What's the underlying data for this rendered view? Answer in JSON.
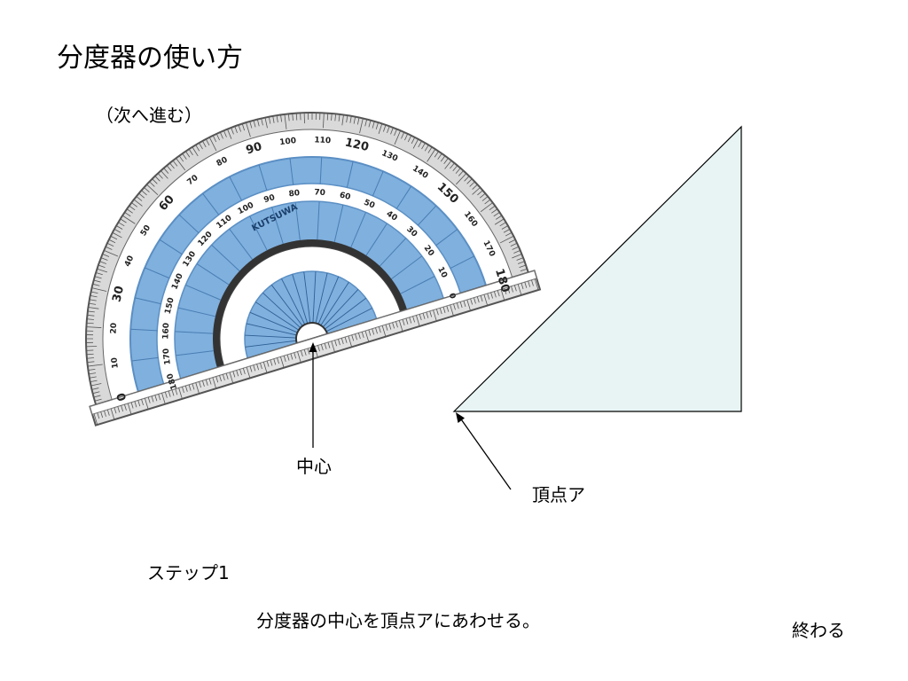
{
  "slide": {
    "title": "分度器の使い方",
    "next_link": "（次へ進む）",
    "center_label": "中心",
    "vertex_label": "頂点ア",
    "step_label": "ステップ1",
    "instruction": "分度器の中心を頂点アにあわせる。",
    "end_label": "終わる"
  },
  "protractor": {
    "brand": "KUTSUWA",
    "outer_scale": [
      "0",
      "10",
      "20",
      "30",
      "40",
      "50",
      "60",
      "70",
      "80",
      "90",
      "100",
      "110",
      "120",
      "130",
      "140",
      "150",
      "160",
      "170",
      "180"
    ],
    "inner_scale": [
      "180",
      "170",
      "160",
      "150",
      "140",
      "130",
      "120",
      "110",
      "100",
      "90",
      "80",
      "70",
      "60",
      "50",
      "40",
      "30",
      "20",
      "10",
      "0"
    ],
    "colors": {
      "band": "#7fb0de",
      "band_dark": "#5b8fc4",
      "edge": "#555555"
    }
  },
  "triangle": {
    "fill": "#e8f4f4"
  }
}
